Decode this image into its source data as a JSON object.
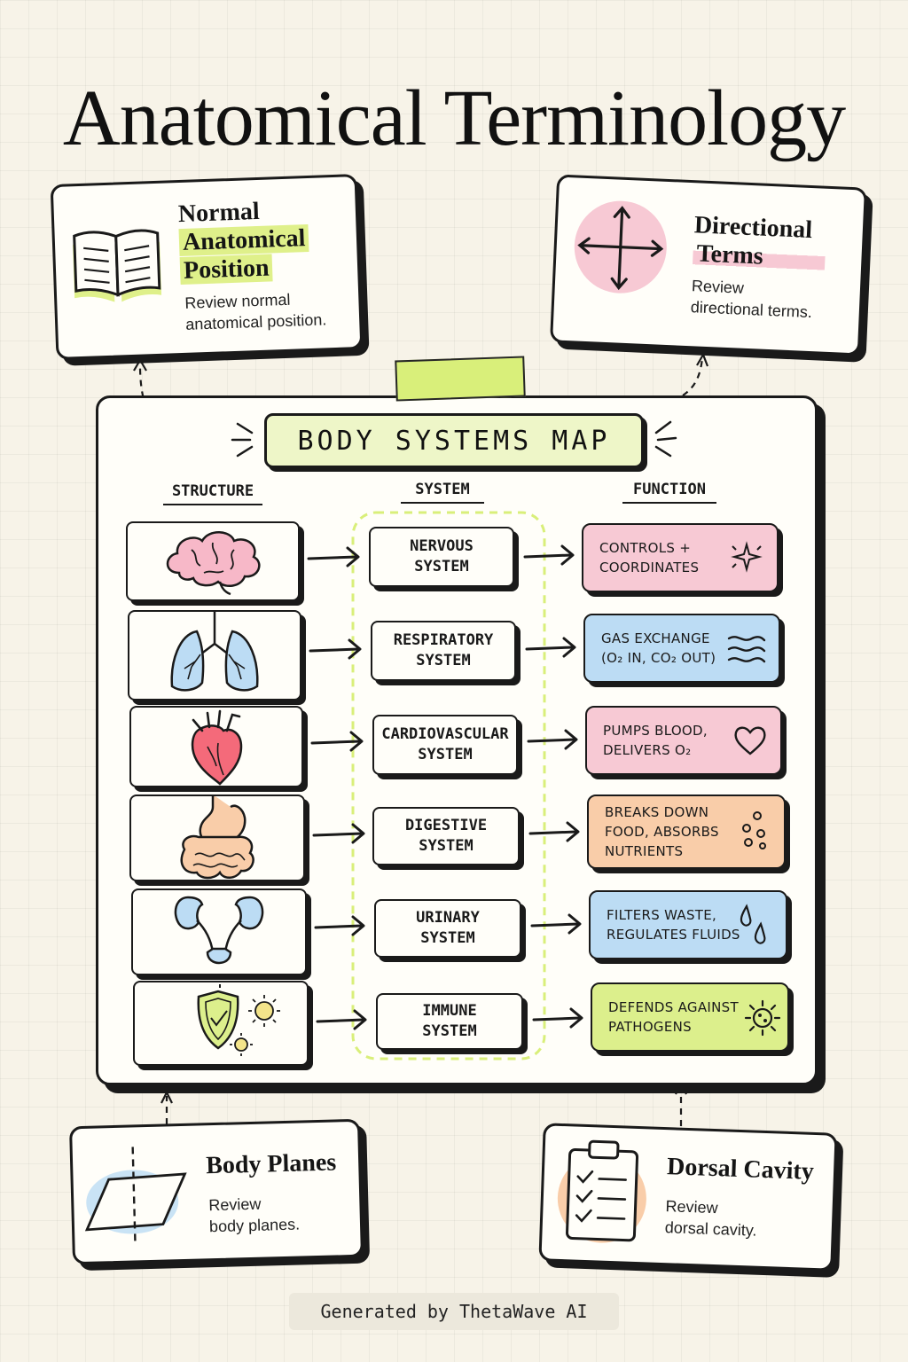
{
  "title": "Anatomical Terminology",
  "cards": {
    "position": {
      "title_line1": "Normal",
      "title_line2": "Anatomical",
      "title_line3": "Position",
      "desc_line1": "Review normal",
      "desc_line2": "anatomical position."
    },
    "directional": {
      "title_line1": "Directional",
      "title_line2": "Terms",
      "desc_line1": "Review",
      "desc_line2": "directional terms."
    },
    "planes": {
      "title": "Body Planes",
      "desc_line1": "Review",
      "desc_line2": "body planes."
    },
    "dorsal": {
      "title": "Dorsal Cavity",
      "desc_line1": "Review",
      "desc_line2": "dorsal cavity."
    }
  },
  "map": {
    "title": "BODY SYSTEMS MAP",
    "headers": {
      "structure": "STRUCTURE",
      "system": "SYSTEM",
      "function": "FUNCTION"
    },
    "rows": [
      {
        "structure_icon": "brain-icon",
        "system": "NERVOUS\nSYSTEM",
        "function": "CONTROLS +\nCOORDINATES",
        "function_icon": "sparkle-icon",
        "color": "#f7c9d4"
      },
      {
        "structure_icon": "lungs-icon",
        "system": "RESPIRATORY\nSYSTEM",
        "function": "GAS EXCHANGE\n(O₂ IN, CO₂ OUT)",
        "function_icon": "wind-icon",
        "color": "#bcdcf4"
      },
      {
        "structure_icon": "heart-organ-icon",
        "system": "CARDIOVASCULAR\nSYSTEM",
        "function": "PUMPS BLOOD,\nDELIVERS O₂",
        "function_icon": "heart-icon",
        "color": "#f7c9d4"
      },
      {
        "structure_icon": "stomach-icon",
        "system": "DIGESTIVE\nSYSTEM",
        "function": "BREAKS DOWN\nFOOD, ABSORBS\nNUTRIENTS",
        "function_icon": "bubbles-icon",
        "color": "#f9cda9"
      },
      {
        "structure_icon": "kidneys-icon",
        "system": "URINARY\nSYSTEM",
        "function": "FILTERS WASTE,\nREGULATES FLUIDS",
        "function_icon": "droplets-icon",
        "color": "#bcdcf4"
      },
      {
        "structure_icon": "shield-icon",
        "system": "IMMUNE\nSYSTEM",
        "function": "DEFENDS AGAINST\nPATHOGENS",
        "function_icon": "virus-icon",
        "color": "#dcef8c"
      }
    ]
  },
  "footer": "Generated by ThetaWave AI",
  "colors": {
    "ink": "#1a1a1a",
    "paper": "#fffef9",
    "background": "#f7f3e8",
    "lime": "#d9ef7a",
    "pink": "#f7c9d4",
    "blue": "#bcdcf4",
    "peach": "#f9cda9"
  }
}
